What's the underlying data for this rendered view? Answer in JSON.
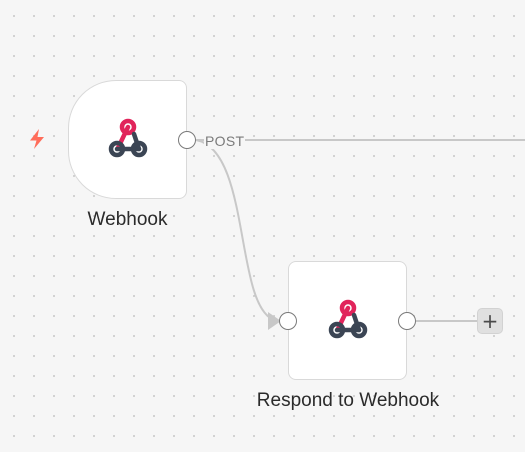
{
  "nodes": {
    "trigger": {
      "label": "Webhook",
      "icon": "webhook-icon",
      "trigger_icon": "lightning-bolt-icon",
      "output_label": "POST"
    },
    "respond": {
      "label": "Respond to Webhook",
      "icon": "webhook-icon"
    }
  },
  "add_node": {
    "label": "+",
    "icon": "plus-icon"
  },
  "colors": {
    "canvas_bg": "#f6f6f6",
    "grid_dot": "#c9c9c9",
    "edge": "#c8c8c8",
    "trigger_bolt": "#ff6d5a",
    "webhook_pink": "#e1245b",
    "webhook_dark": "#3b4554"
  }
}
